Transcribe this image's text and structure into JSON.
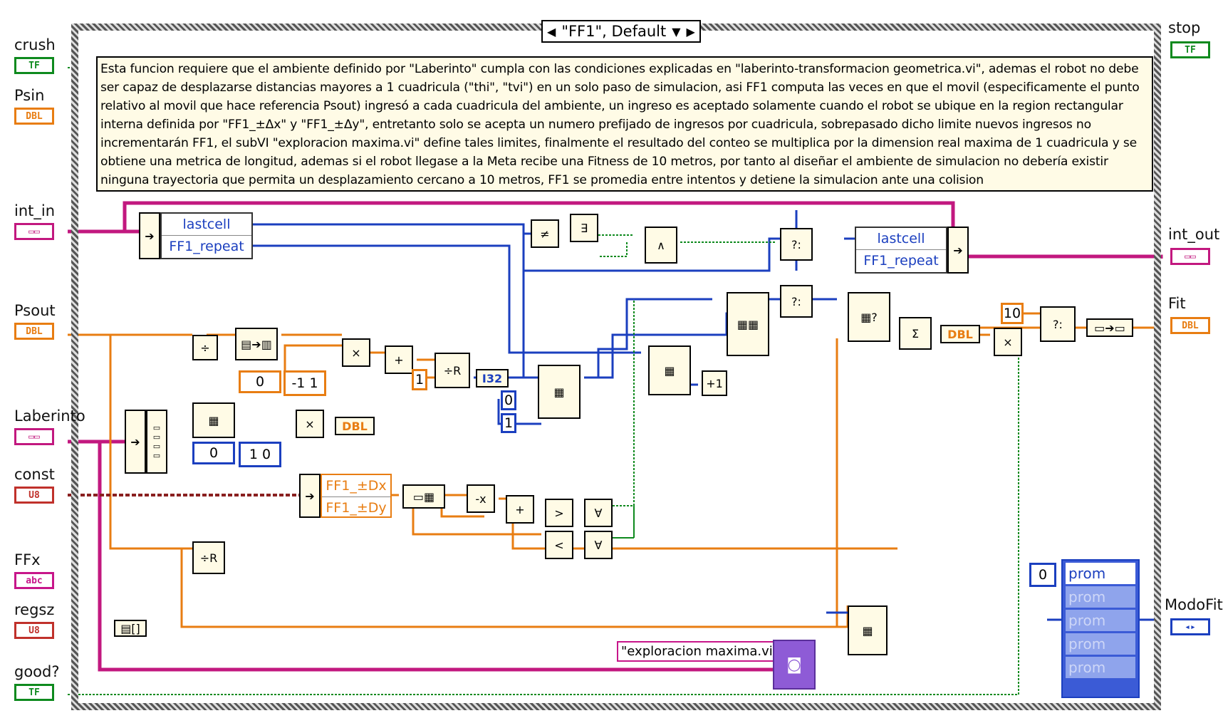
{
  "case_selector": {
    "value": "\"FF1\", Default",
    "left_arrow": "◀",
    "dropdown": "▼",
    "right_arrow": "▶"
  },
  "comment_text": "Esta funcion requiere que el ambiente definido por \"Laberinto\" cumpla con las condiciones explicadas en \"laberinto-transformacion geometrica.vi\", ademas el robot no debe ser capaz de desplazarse distancias mayores a 1 cuadricula (\"thi\", \"tvi\") en un solo paso de simulacion, asi FF1 computa las veces en que el movil (especificamente el punto relativo al movil que hace referencia Psout) ingresó a cada cuadricula del ambiente, un ingreso es aceptado solamente cuando el robot se ubique en la region rectangular interna definida por \"FF1_±Δx\" y \"FF1_±Δy\", entretanto solo se acepta un numero prefijado de ingresos por cuadricula, sobrepasado dicho limite nuevos ingresos no incrementarán FF1, el subVI \"exploracion maxima.vi\" define tales limites, finalmente el resultado del conteo se multiplica por la dimension real maxima de 1 cuadricula y se obtiene una metrica de longitud, ademas si el robot llegase a la Meta recibe una Fitness de 10 metros, por tanto al diseñar el ambiente de simulacion no debería existir ninguna trayectoria que permita un desplazamiento cercano a 10 metros, FF1 se promedia entre intentos y detiene la simulacion ante una colision",
  "inputs": {
    "crush": {
      "label": "crush",
      "type": "TF"
    },
    "psin": {
      "label": "Psin",
      "type": "DBL"
    },
    "int_in": {
      "label": "int_in",
      "type": "cluster"
    },
    "psout": {
      "label": "Psout",
      "type": "DBL"
    },
    "laberinto": {
      "label": "Laberinto",
      "type": "cluster"
    },
    "const": {
      "label": "const",
      "type": "U8"
    },
    "ffx": {
      "label": "FFx",
      "type": "abc"
    },
    "regsz": {
      "label": "regsz",
      "type": "U8"
    },
    "good": {
      "label": "good?",
      "type": "TF"
    }
  },
  "outputs": {
    "stop": {
      "label": "stop",
      "type": "TF"
    },
    "int_out": {
      "label": "int_out",
      "type": "cluster"
    },
    "fit": {
      "label": "Fit",
      "type": "DBL"
    },
    "modofit": {
      "label": "ModoFit",
      "type": "enum"
    }
  },
  "clusters": {
    "unbundle_in": [
      "lastcell",
      "FF1_repeat"
    ],
    "bundle_out": [
      "lastcell",
      "FF1_repeat"
    ],
    "ff1_deltas": [
      "FF1_±Dx",
      "FF1_±Dy"
    ]
  },
  "constants": {
    "array_a": [
      "0",
      "-1",
      "1"
    ],
    "array_b": [
      "0",
      "1",
      "0"
    ],
    "one": "1",
    "ten": "10",
    "i32": "I32",
    "dbl1": "DBL",
    "dbl2": "DBL",
    "zero_blue": "0",
    "one_blue": "1",
    "subvi": "\"exploracion maxima.vi\""
  },
  "modofit_array": {
    "index": "0",
    "items": [
      "prom",
      "prom",
      "prom",
      "prom",
      "prom"
    ]
  },
  "colors": {
    "boolean": "#0e8a1e",
    "double": "#e87d12",
    "cluster": "#c2187f",
    "integer": "#1b3fbf",
    "comment_bg": "#fffbe6"
  }
}
